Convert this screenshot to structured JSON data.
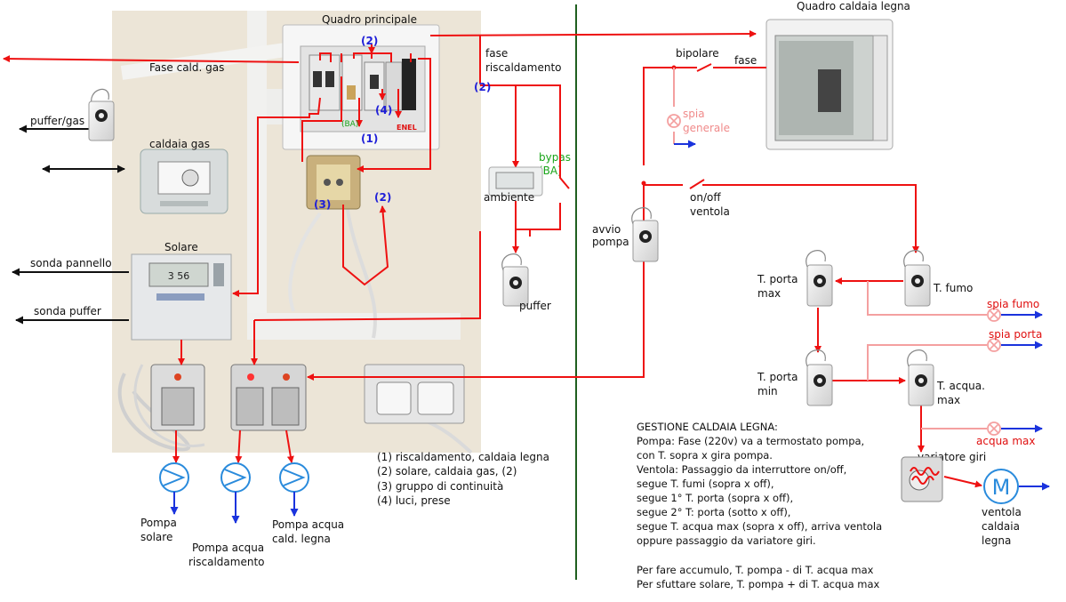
{
  "panel_titles": {
    "main_panel": "Quadro principale",
    "wood_boiler_panel": "Quadro caldaia legna"
  },
  "left": {
    "fase_cald_gas": "Fase cald. gas",
    "puffer_gas": "puffer/gas",
    "caldaia_gas": "caldaia gas",
    "solare": "Solare",
    "sonda_pannello": "sonda pannello",
    "sonda_puffer": "sonda puffer",
    "solar_display": "3 56"
  },
  "main_panel_marks": {
    "n2_top": "(2)",
    "n4": "(4)",
    "n1": "(1)",
    "ba": "(BA)",
    "enel": "ENEL",
    "n3": "(3)",
    "n2_loop": "(2)",
    "n2_right": "(2)"
  },
  "middle": {
    "fase_riscaldamento_1": "fase",
    "fase_riscaldamento_2": "riscaldamento",
    "bypas_1": "bypas",
    "bypas_2": "(BA)",
    "ambiente": "ambiente",
    "puffer": "puffer"
  },
  "pumps": {
    "pompa_solare_1": "Pompa",
    "pompa_solare_2": "solare",
    "pompa_risc_1": "Pompa acqua",
    "pompa_risc_2": "riscaldamento",
    "pompa_legna_1": "Pompa acqua",
    "pompa_legna_2": "cald. legna"
  },
  "legend": [
    "(1) riscaldamento, caldaia legna",
    "(2) solare, caldaia gas, (2)",
    "(3) gruppo di continuità",
    "(4) luci, prese"
  ],
  "right": {
    "bipolare": "bipolare",
    "fase": "fase",
    "spia_generale_1": "spia",
    "spia_generale_2": "generale",
    "onoff_1": "on/off",
    "onoff_2": "ventola",
    "avvio_1": "avvio",
    "avvio_2": "pompa",
    "t_porta_max_1": "T. porta",
    "t_porta_max_2": "max",
    "t_fumo": "T. fumo",
    "spia_fumo": "spia fumo",
    "spia_porta": "spia porta",
    "t_porta_min_1": "T. porta",
    "t_porta_min_2": "min",
    "t_acqua_max_1": "T. acqua.",
    "t_acqua_max_2": "max",
    "acqua_max": "acqua max",
    "variatore_giri": "variatore giri",
    "ventola_1": "ventola",
    "ventola_2": "caldaia",
    "ventola_3": "legna",
    "motor_symbol": "M"
  },
  "notes": [
    "GESTIONE CALDAIA LEGNA:",
    "Pompa: Fase (220v) va a termostato pompa,",
    "con T. sopra x gira pompa.",
    "Ventola: Passaggio da interruttore on/off,",
    "segue T. fumi (sopra x off),",
    "segue 1° T. porta (sopra x off),",
    "segue 2° T: porta (sotto x off),",
    "segue T. acqua max (sopra x off), arriva ventola",
    "oppure passaggio da variatore giri.",
    "",
    "Per fare accumulo, T. pompa - di T. acqua max",
    "Per sfuttare solare, T. pompa + di T. acqua max"
  ],
  "colors": {
    "wire": "#ee1111",
    "pink_wire": "#f4a0a0",
    "blue": "#1a33dd",
    "divider": "#1f5f1f",
    "pump_blue": "#2a8bdc",
    "board": "#e9e0cf"
  }
}
